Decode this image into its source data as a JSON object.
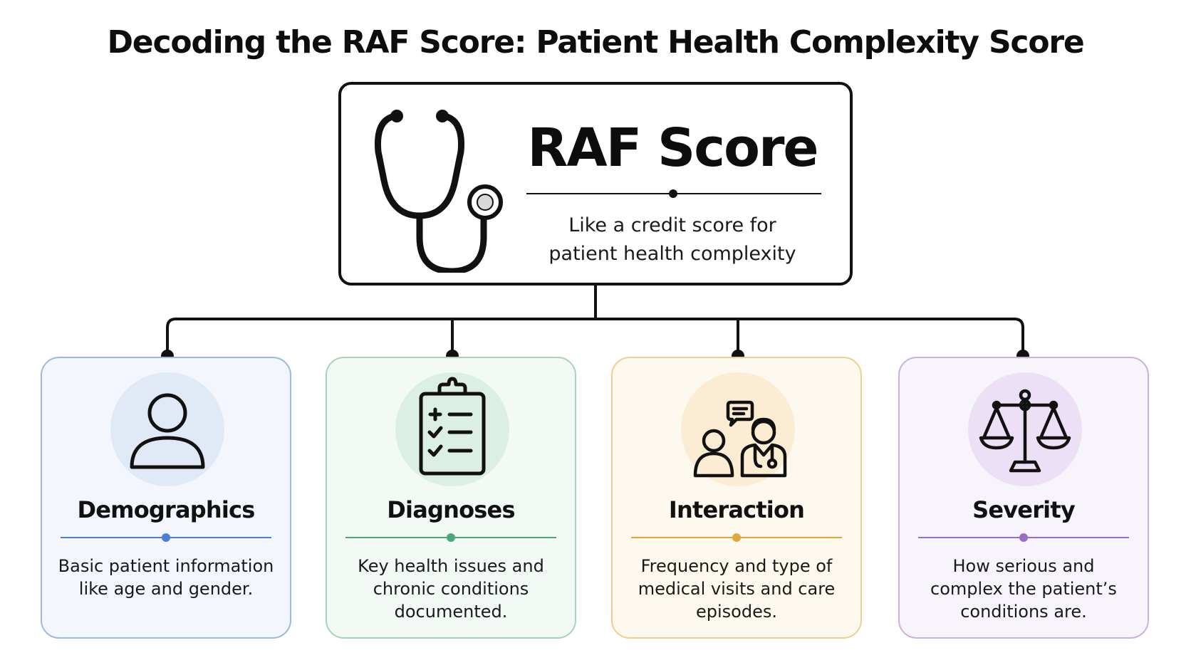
{
  "title": "Decoding the RAF Score: Patient Health Complexity Score",
  "main": {
    "heading": "RAF Score",
    "subtitle_line1": "Like a credit score for",
    "subtitle_line2": "patient health complexity",
    "icon": "stethoscope-icon"
  },
  "cards": [
    {
      "title": "Demographics",
      "desc_line1": "Basic patient information",
      "desc_line2": "like age and gender.",
      "desc_line3": "",
      "icon": "person-icon",
      "accent": "#4a7fd4",
      "border": "#9db8e2",
      "background": "#f3f6fd",
      "circle": "#e1e8f6"
    },
    {
      "title": "Diagnoses",
      "desc_line1": "Key health issues and",
      "desc_line2": "chronic conditions",
      "desc_line3": "documented.",
      "icon": "clipboard-checklist-icon",
      "accent": "#4ea97a",
      "border": "#a7d2bb",
      "background": "#f3faf6",
      "circle": "#dcefe4"
    },
    {
      "title": "Interaction",
      "desc_line1": "Frequency and type of",
      "desc_line2": "medical visits and care",
      "desc_line3": "episodes.",
      "icon": "patient-doctor-conversation-icon",
      "accent": "#e0a83a",
      "border": "#efcf8b",
      "background": "#fef9ef",
      "circle": "#fbecd3"
    },
    {
      "title": "Severity",
      "desc_line1": "How serious and",
      "desc_line2": "complex the patient’s",
      "desc_line3": "conditions are.",
      "icon": "balance-scale-icon",
      "accent": "#9a6dc7",
      "border": "#c9b0e0",
      "background": "#f8f4fc",
      "circle": "#ebe0f5"
    }
  ]
}
